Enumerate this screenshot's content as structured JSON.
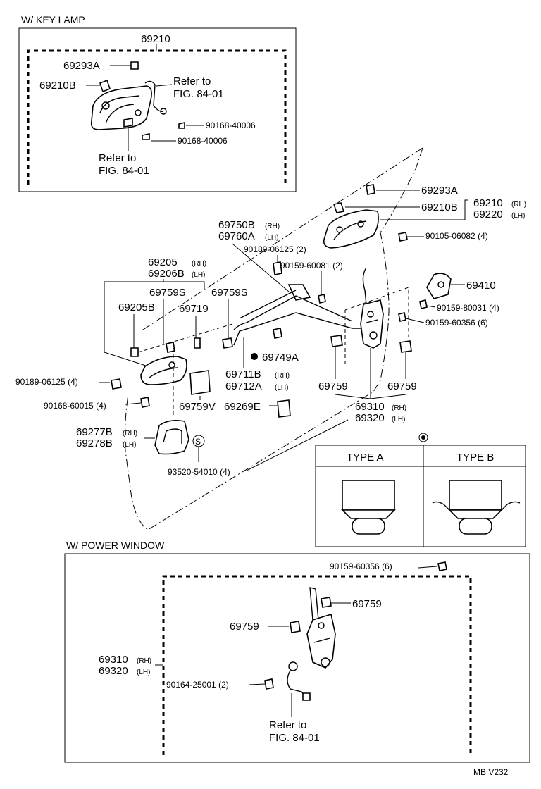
{
  "sections": {
    "key_lamp": "W/ KEY  LAMP",
    "power_window": "W/ POWER  WINDOW"
  },
  "labels": {
    "kl_69210": "69210",
    "kl_69293A": "69293A",
    "kl_69210B": "69210B",
    "kl_refer_top_1": "Refer to",
    "kl_refer_top_2": "FIG. 84-01",
    "kl_bolt1": "90168-40006",
    "kl_bolt2": "90168-40006",
    "kl_refer_bot_1": "Refer to",
    "kl_refer_bot_2": "FIG. 84-01",
    "m_69293A": "69293A",
    "m_69210B": "69210B",
    "m_69210": "69210",
    "m_69210_rh": "(RH)",
    "m_69220": "69220",
    "m_69220_lh": "(LH)",
    "m_90105": "90105-06082 (4)",
    "m_69750B": "69750B",
    "m_69750B_rh": "(RH)",
    "m_69760A": "69760A",
    "m_69760A_lh": "(LH)",
    "m_90189_top": "90189-06125 (2)",
    "m_90159_60081": "90159-60081 (2)",
    "m_69410": "69410",
    "m_90159_80031": "90159-80031 (4)",
    "m_90159_60356": "90159-60356 (6)",
    "m_69205": "69205",
    "m_69205_rh": "(RH)",
    "m_69206B": "69206B",
    "m_69206B_lh": "(LH)",
    "m_69759S_a": "69759S",
    "m_69759S_b": "69759S",
    "m_69205B": "69205B",
    "m_69719": "69719",
    "m_69749A": "69749A",
    "m_90189_left": "90189-06125 (4)",
    "m_69711B": "69711B",
    "m_69711B_rh": "(RH)",
    "m_69712A": "69712A",
    "m_69712A_lh": "(LH)",
    "m_69759_a": "69759",
    "m_69759_b": "69759",
    "m_90168_60015": "90168-60015 (4)",
    "m_69759V": "69759V",
    "m_69269E": "69269E",
    "m_69310": "69310",
    "m_69310_rh": "(RH)",
    "m_69320": "69320",
    "m_69320_lh": "(LH)",
    "m_69277B": "69277B",
    "m_69277B_rh": "(RH)",
    "m_69278B": "69278B",
    "m_69278B_lh": "(LH)",
    "m_s_symbol": "S",
    "m_93520": "93520-54010 (4)",
    "type_a": "TYPE A",
    "type_b": "TYPE B",
    "pw_90159": "90159-60356 (6)",
    "pw_69759_a": "69759",
    "pw_69759_b": "69759",
    "pw_69310": "69310",
    "pw_69310_rh": "(RH)",
    "pw_69320": "69320",
    "pw_69320_lh": "(LH)",
    "pw_90164": "90164-25001 (2)",
    "pw_refer_1": "Refer to",
    "pw_refer_2": "FIG. 84-01",
    "footer": "MB  V232"
  }
}
